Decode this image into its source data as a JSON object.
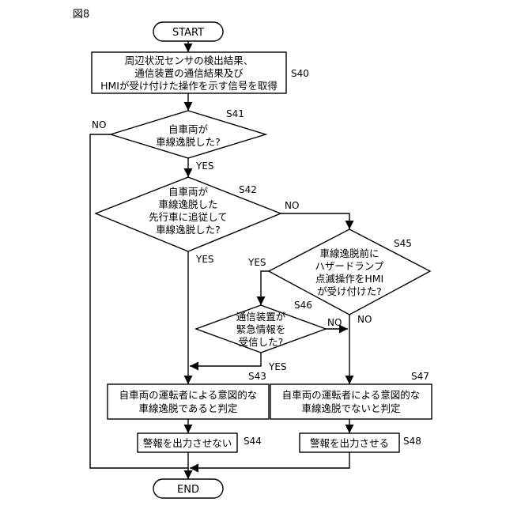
{
  "figure_label": "図8",
  "terminals": {
    "start": "START",
    "end": "END"
  },
  "steps": {
    "s40": {
      "id": "S40",
      "lines": [
        "周辺状況センサの検出結果、",
        "通信装置の通信結果及び",
        "HMIが受け付けた操作を示す信号を取得"
      ]
    },
    "s41": {
      "id": "S41",
      "lines": [
        "自車両が",
        "車線逸脱した?"
      ]
    },
    "s42": {
      "id": "S42",
      "lines": [
        "自車両が",
        "車線逸脱した",
        "先行車に追従して",
        "車線逸脱した?"
      ]
    },
    "s45": {
      "id": "S45",
      "lines": [
        "車線逸脱前に",
        "ハザードランプ",
        "点滅操作をHMI",
        "が受け付けた?"
      ]
    },
    "s46": {
      "id": "S46",
      "lines": [
        "通信装置が",
        "緊急情報を",
        "受信した?"
      ]
    },
    "s43": {
      "id": "S43",
      "lines": [
        "自車両の運転者による意図的な",
        "車線逸脱であると判定"
      ]
    },
    "s47": {
      "id": "S47",
      "lines": [
        "自車両の運転者による意図的な",
        "車線逸脱でないと判定"
      ]
    },
    "s44": {
      "id": "S44",
      "lines": [
        "警報を出力させない"
      ]
    },
    "s48": {
      "id": "S48",
      "lines": [
        "警報を出力させる"
      ]
    }
  },
  "branch_labels": {
    "s41_no": "NO",
    "s41_yes": "YES",
    "s42_no": "NO",
    "s42_yes": "YES",
    "s45_yes": "YES",
    "s45_no": "NO",
    "s46_no": "NO",
    "s46_yes": "YES"
  }
}
